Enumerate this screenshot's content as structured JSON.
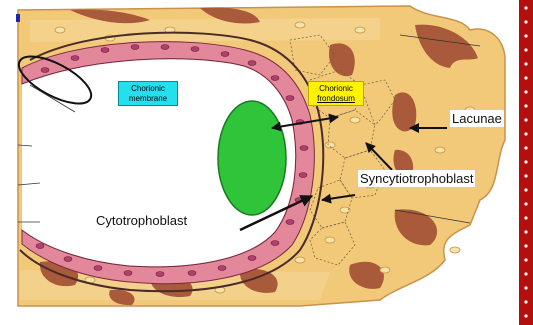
{
  "diagram": {
    "labels": {
      "chorionic_membrane": [
        "Chorionic",
        "membrane"
      ],
      "chorionic_frondosum": [
        "Chorionic",
        "frondosum"
      ],
      "lacunae": "Lacunae",
      "syncytiotrophoblast": "Syncytiotrophoblast",
      "cytotrophoblast": "Cytotrophoblast"
    },
    "colors": {
      "background_tissue": "#f2c979",
      "tissue_light": "#f6dca0",
      "lacunae": "#a85a3a",
      "cytotrophoblast_cells": "#e3889a",
      "cell_nucleus": "#b0406c",
      "green_oval": "#2fc43a",
      "membrane_label_bg": "#22e0ec",
      "frondosum_label_bg": "#fff200",
      "right_border": "#b30f0f"
    },
    "icons": [
      "arrow-icon",
      "green-oval-shape",
      "red-dotted-border"
    ]
  }
}
